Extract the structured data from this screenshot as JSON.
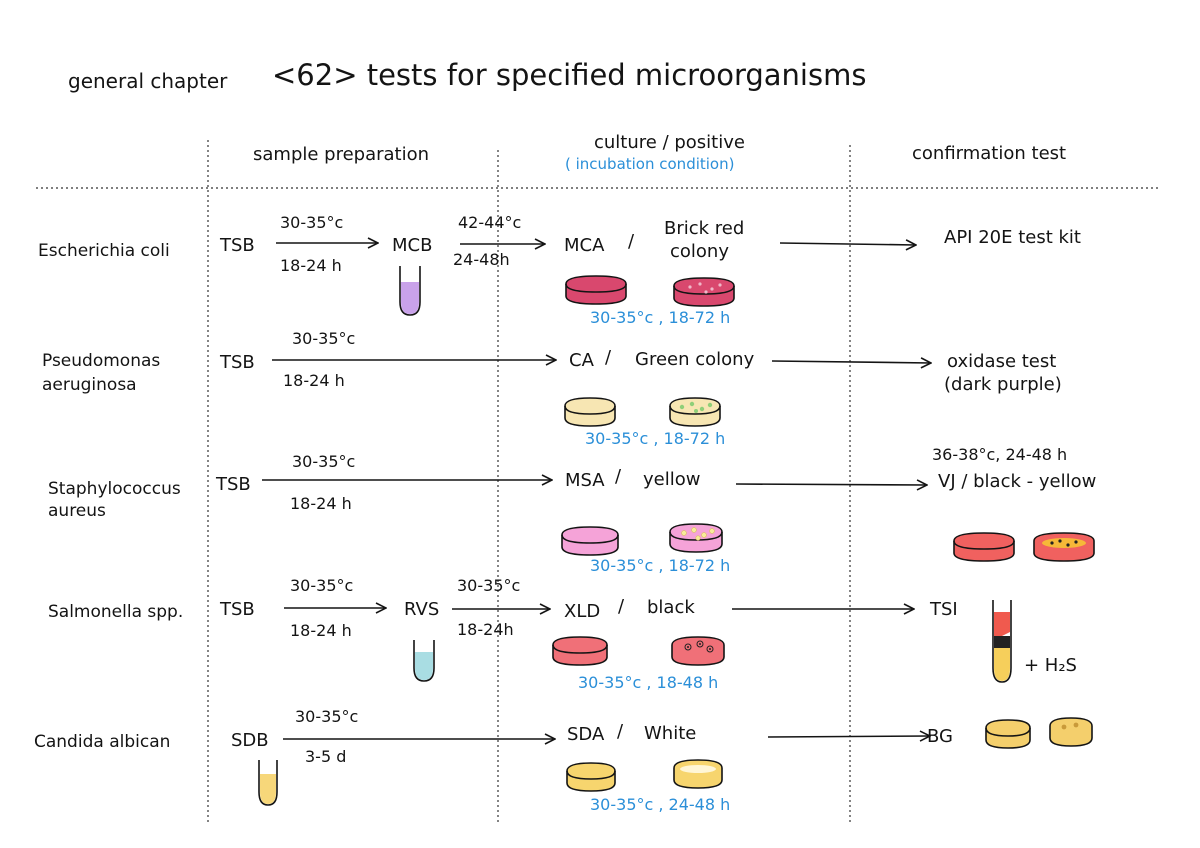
{
  "title": {
    "prefix": "general chapter",
    "main": "<62> tests for specified microorganisms"
  },
  "headers": {
    "sample_preparation": "sample preparation",
    "culture_positive": "culture / positive",
    "incubation_condition": "( incubation condition)",
    "confirmation_test": "confirmation test"
  },
  "colors": {
    "ink": "#141414",
    "blue_text": "#2b8fd8",
    "purple_broth": "#c9a2ea",
    "cyan_broth": "#a9dde3",
    "yellow_broth": "#f7d77a",
    "mca_plate": "#d9486e",
    "ca_plate": "#f7e6b3",
    "ca_colony": "#9ed48a",
    "msa_plate": "#f5a3d8",
    "msa_colony": "#f8ec9b",
    "vj_plate": "#f0615f",
    "vj_colony_fill": "#f6b838",
    "xld_plate": "#f07078",
    "sda_plate": "#f7d56e",
    "bg_plate": "#f4cf6c"
  },
  "rows": [
    {
      "organism": "Escherichia coli",
      "broth": "TSB",
      "step1_temp": "30-35°c",
      "step1_time": "18-24 h",
      "enrichment": "MCB",
      "step2_temp": "42-44°c",
      "step2_time": "24-48h",
      "medium": "MCA",
      "sep": "/",
      "result_line1": "Brick red",
      "result_line2": "colony",
      "incubation": "30-35°c , 18-72 h",
      "confirmation": "API 20E test kit"
    },
    {
      "organism_line1": "Pseudomonas",
      "organism_line2": "aeruginosa",
      "broth": "TSB",
      "step1_temp": "30-35°c",
      "step1_time": "18-24 h",
      "medium": "CA",
      "sep": "/",
      "result": "Green colony",
      "incubation": "30-35°c , 18-72 h",
      "confirmation_line1": "oxidase test",
      "confirmation_line2": "(dark purple)"
    },
    {
      "organism_line1": "Staphylococcus",
      "organism_line2": "aureus",
      "broth": "TSB",
      "step1_temp": "30-35°c",
      "step1_time": "18-24 h",
      "medium": "MSA",
      "sep": "/",
      "result": "yellow",
      "incubation": "30-35°c , 18-72 h",
      "confirmation_cond": "36-38°c, 24-48 h",
      "confirmation": "VJ / black - yellow"
    },
    {
      "organism": "Salmonella spp.",
      "broth": "TSB",
      "step1_temp": "30-35°c",
      "step1_time": "18-24 h",
      "enrichment": "RVS",
      "step2_temp": "30-35°c",
      "step2_time": "18-24h",
      "medium": "XLD",
      "sep": "/",
      "result": "black",
      "incubation": "30-35°c , 18-48 h",
      "confirmation": "TSI",
      "h2s": "+ H₂S"
    },
    {
      "organism": "Candida albican",
      "broth": "SDB",
      "step1_temp": "30-35°c",
      "step1_time": "3-5 d",
      "medium": "SDA",
      "sep": "/",
      "result": "White",
      "incubation": "30-35°c , 24-48 h",
      "confirmation": "BG"
    }
  ]
}
